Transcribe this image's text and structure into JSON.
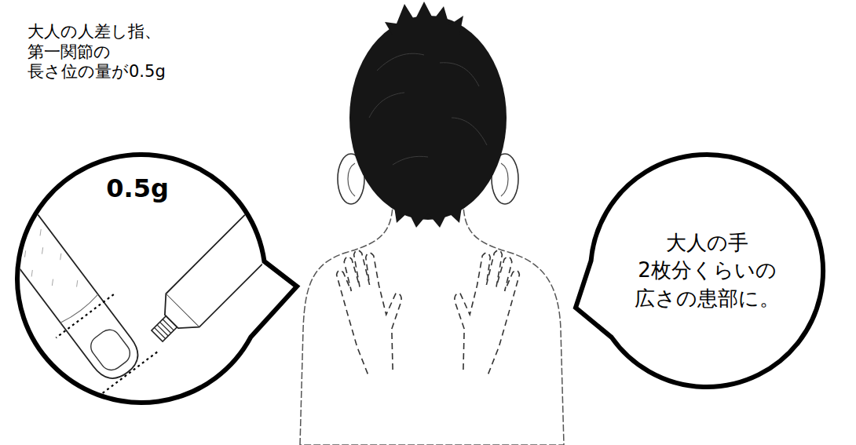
{
  "diagram": {
    "nodes": [
      {
        "text": [
          "大人の人差し指、 第一関節の 長さ位の量が0.5g",
          "0.5g"
        ]
      },
      {
        "text": [
          "大人の手 2枚分くらいの 広さの患部に。"
        ]
      }
    ]
  }
}
